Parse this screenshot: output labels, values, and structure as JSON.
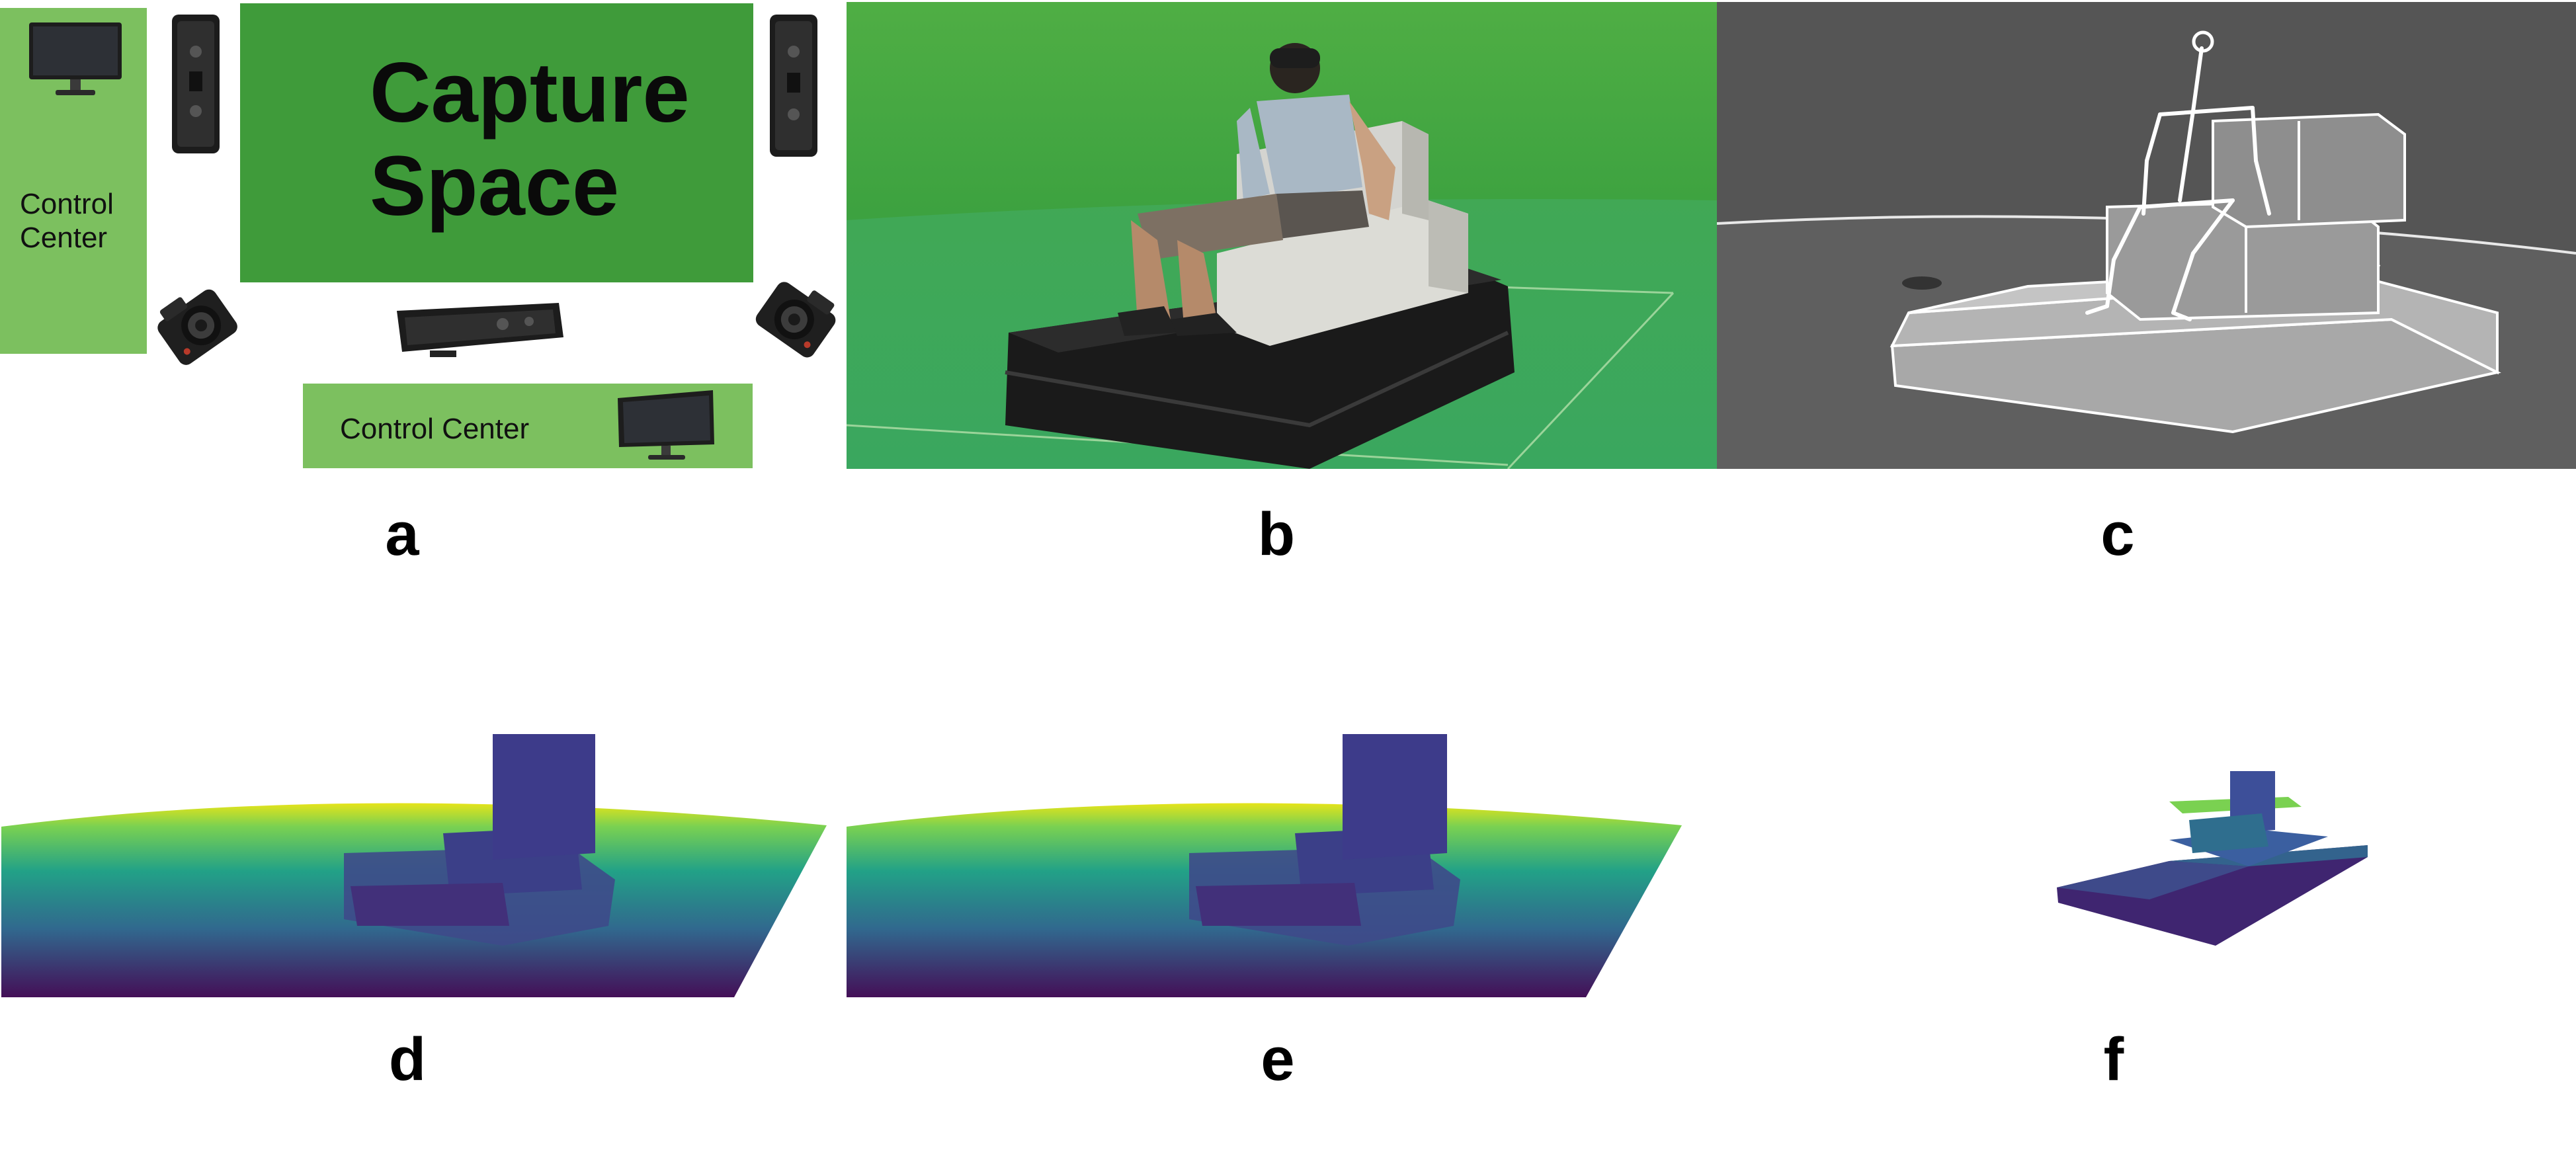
{
  "panels": {
    "a": {
      "label": "a",
      "capture_title_line1": "Capture",
      "capture_title_line2": "Space",
      "control_center_left_line1": "Control",
      "control_center_left_line2": "Center",
      "control_center_bottom": "Control Center"
    },
    "b": {
      "label": "b"
    },
    "c": {
      "label": "c"
    },
    "d": {
      "label": "d"
    },
    "e": {
      "label": "e"
    },
    "f": {
      "label": "f"
    }
  },
  "colors": {
    "green_screen": "#5aa84a",
    "capture_green": "#3f9b3a",
    "control_green": "#7cc05f",
    "skeleton_bg": "#5b5b5b",
    "depth_yellow": "#e6e419",
    "depth_teal": "#22a187",
    "depth_purple": "#440f57"
  }
}
